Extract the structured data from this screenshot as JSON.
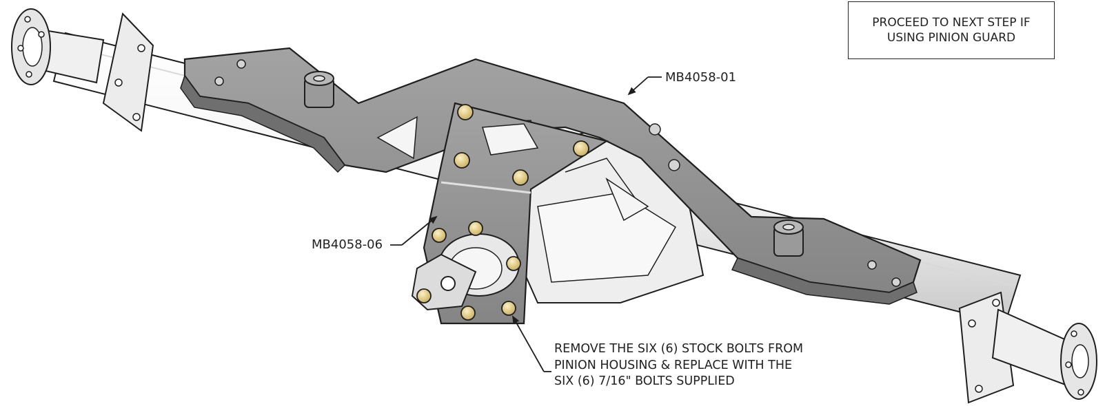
{
  "note": {
    "line1": "PROCEED TO NEXT STEP IF",
    "line2": "USING PINION GUARD"
  },
  "callouts": {
    "part_top": "MB4058-01",
    "part_left": "MB4058-06"
  },
  "instruction": {
    "line1": "REMOVE THE SIX (6) STOCK BOLTS FROM",
    "line2": "PINION HOUSING & REPLACE WITH THE",
    "line3": "SIX (6) 7/16\" BOLTS SUPPLIED"
  },
  "colors": {
    "steel_plate": "#8f8f8f",
    "axle_tube": "#f2f2f2",
    "bolt": "#e9d28a",
    "line": "#1e1e1e"
  }
}
